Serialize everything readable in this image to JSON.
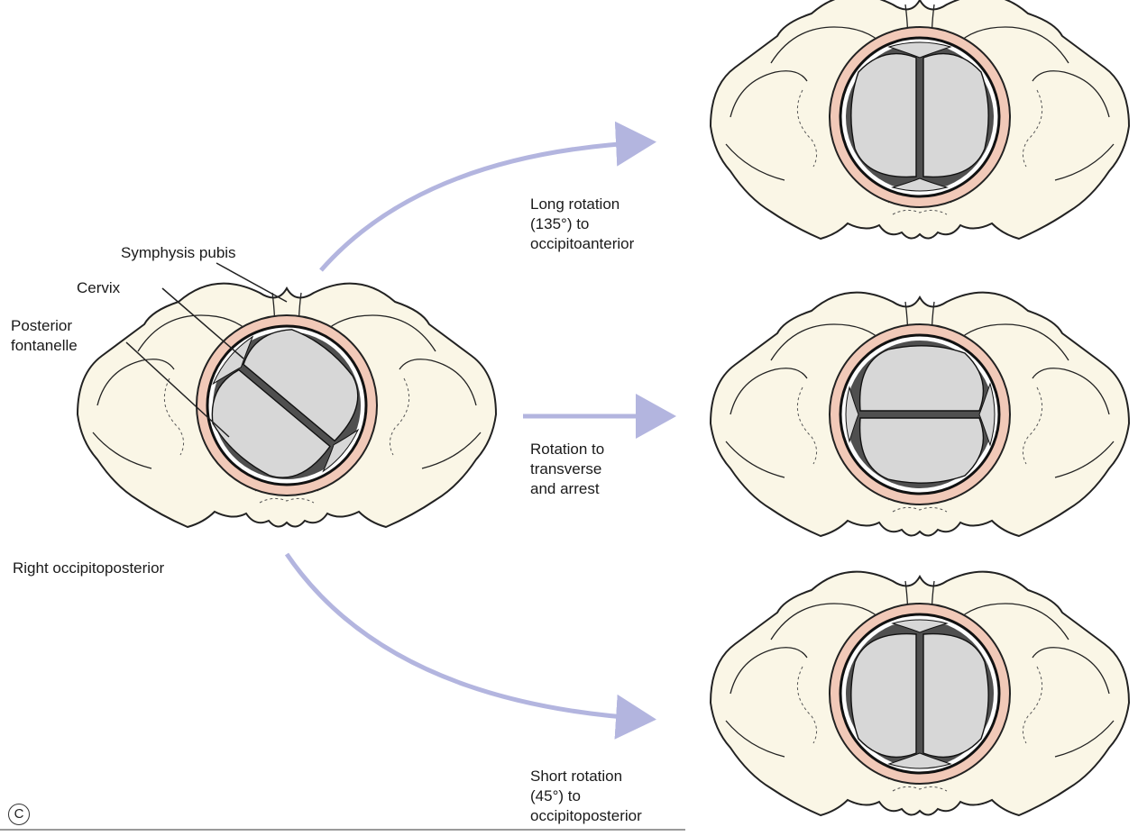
{
  "labels": {
    "symphysis_pubis": "Symphysis pubis",
    "cervix": "Cervix",
    "posterior_fontanelle": "Posterior\nfontanelle",
    "right_occipitoposterior": "Right occipitoposterior",
    "long_rotation": "Long rotation\n(135°) to\noccipitoanterior",
    "transverse_arrest": "Rotation to\ntransverse\nand arrest",
    "short_rotation": "Short rotation\n(45°) to\noccipitoposterior",
    "copyright_mark": "C"
  },
  "colors": {
    "bone_fill": "#faf6e6",
    "bone_stroke": "#222222",
    "cervix_ring": "#f1c9b8",
    "skull_fill": "#d7d7d7",
    "fontanelle": "#4f4f4f",
    "arrow": "#b3b5df",
    "ligament": "#7fa4cf"
  },
  "pelves": [
    {
      "id": "start",
      "rotation_deg": 40
    },
    {
      "id": "occipitoanterior",
      "rotation_deg": 0
    },
    {
      "id": "transverse",
      "rotation_deg": 90
    },
    {
      "id": "occipitoposterior",
      "rotation_deg": 0
    }
  ],
  "arrows": [
    "to-occipitoanterior",
    "to-transverse",
    "to-occipitoposterior"
  ]
}
